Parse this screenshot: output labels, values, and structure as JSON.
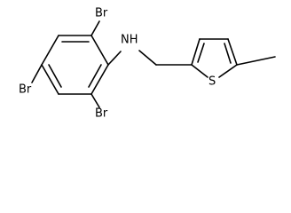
{
  "molecule": {
    "labels": {
      "br_top": "Br",
      "br_left": "Br",
      "br_bottom": "Br",
      "nh": "NH",
      "s": "S"
    }
  }
}
